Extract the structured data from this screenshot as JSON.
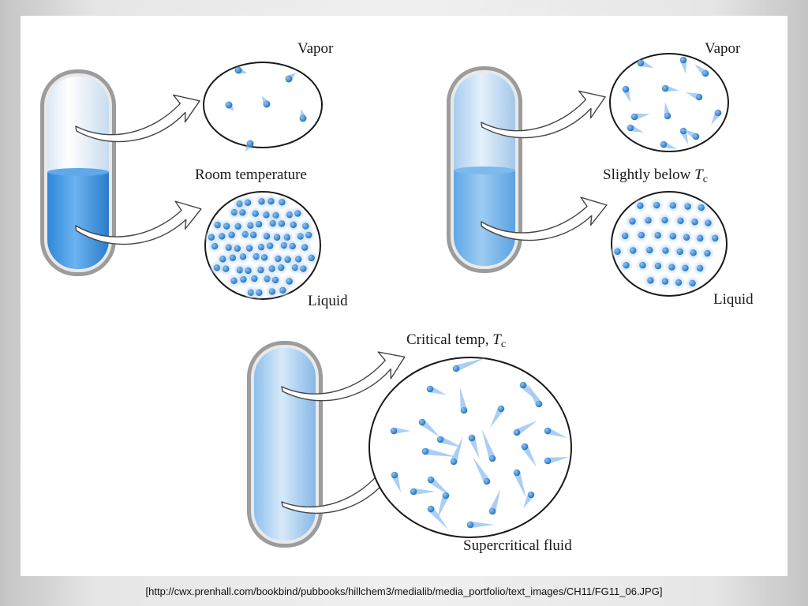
{
  "panels": {
    "room": {
      "vapor_label": "Vapor",
      "state_label": "Room temperature",
      "liquid_label": "Liquid"
    },
    "below": {
      "vapor_label": "Vapor",
      "state_label": "Slightly below ",
      "state_tc": "T",
      "state_tc_sub": "c",
      "liquid_label": "Liquid"
    },
    "critical": {
      "title": "Critical temp, ",
      "title_tc": "T",
      "title_tc_sub": "c",
      "fluid_label": "Supercritical fluid"
    }
  },
  "caption": "[http://cwx.prenhall.com/bookbind/pubbooks/hillchem3/medialib/media_portfolio/text_images/CH11/FG11_06.JPG]",
  "colors": {
    "liquid_dark": "#3f93de",
    "liquid_light": "#cfe6fb",
    "molecule": "#2f7fcf",
    "frame": "#9a9a9a"
  }
}
